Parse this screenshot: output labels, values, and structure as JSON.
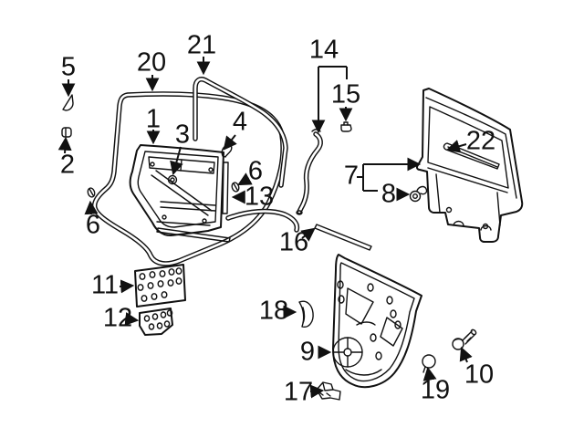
{
  "figure": {
    "background_color": "#ffffff",
    "line_color": "#111111"
  },
  "callouts": {
    "c1": {
      "label": "1"
    },
    "c2": {
      "label": "2"
    },
    "c3": {
      "label": "3"
    },
    "c4": {
      "label": "4"
    },
    "c5": {
      "label": "5"
    },
    "c6_left": {
      "label": "6"
    },
    "c6_right": {
      "label": "6"
    },
    "c7": {
      "label": "7"
    },
    "c8": {
      "label": "8"
    },
    "c9": {
      "label": "9"
    },
    "c10": {
      "label": "10"
    },
    "c11": {
      "label": "11"
    },
    "c12": {
      "label": "12"
    },
    "c13": {
      "label": "13"
    },
    "c14": {
      "label": "14"
    },
    "c15": {
      "label": "15"
    },
    "c16": {
      "label": "16"
    },
    "c17": {
      "label": "17"
    },
    "c18": {
      "label": "18"
    },
    "c19": {
      "label": "19"
    },
    "c20": {
      "label": "20"
    },
    "c21": {
      "label": "21"
    },
    "c22": {
      "label": "22"
    }
  }
}
